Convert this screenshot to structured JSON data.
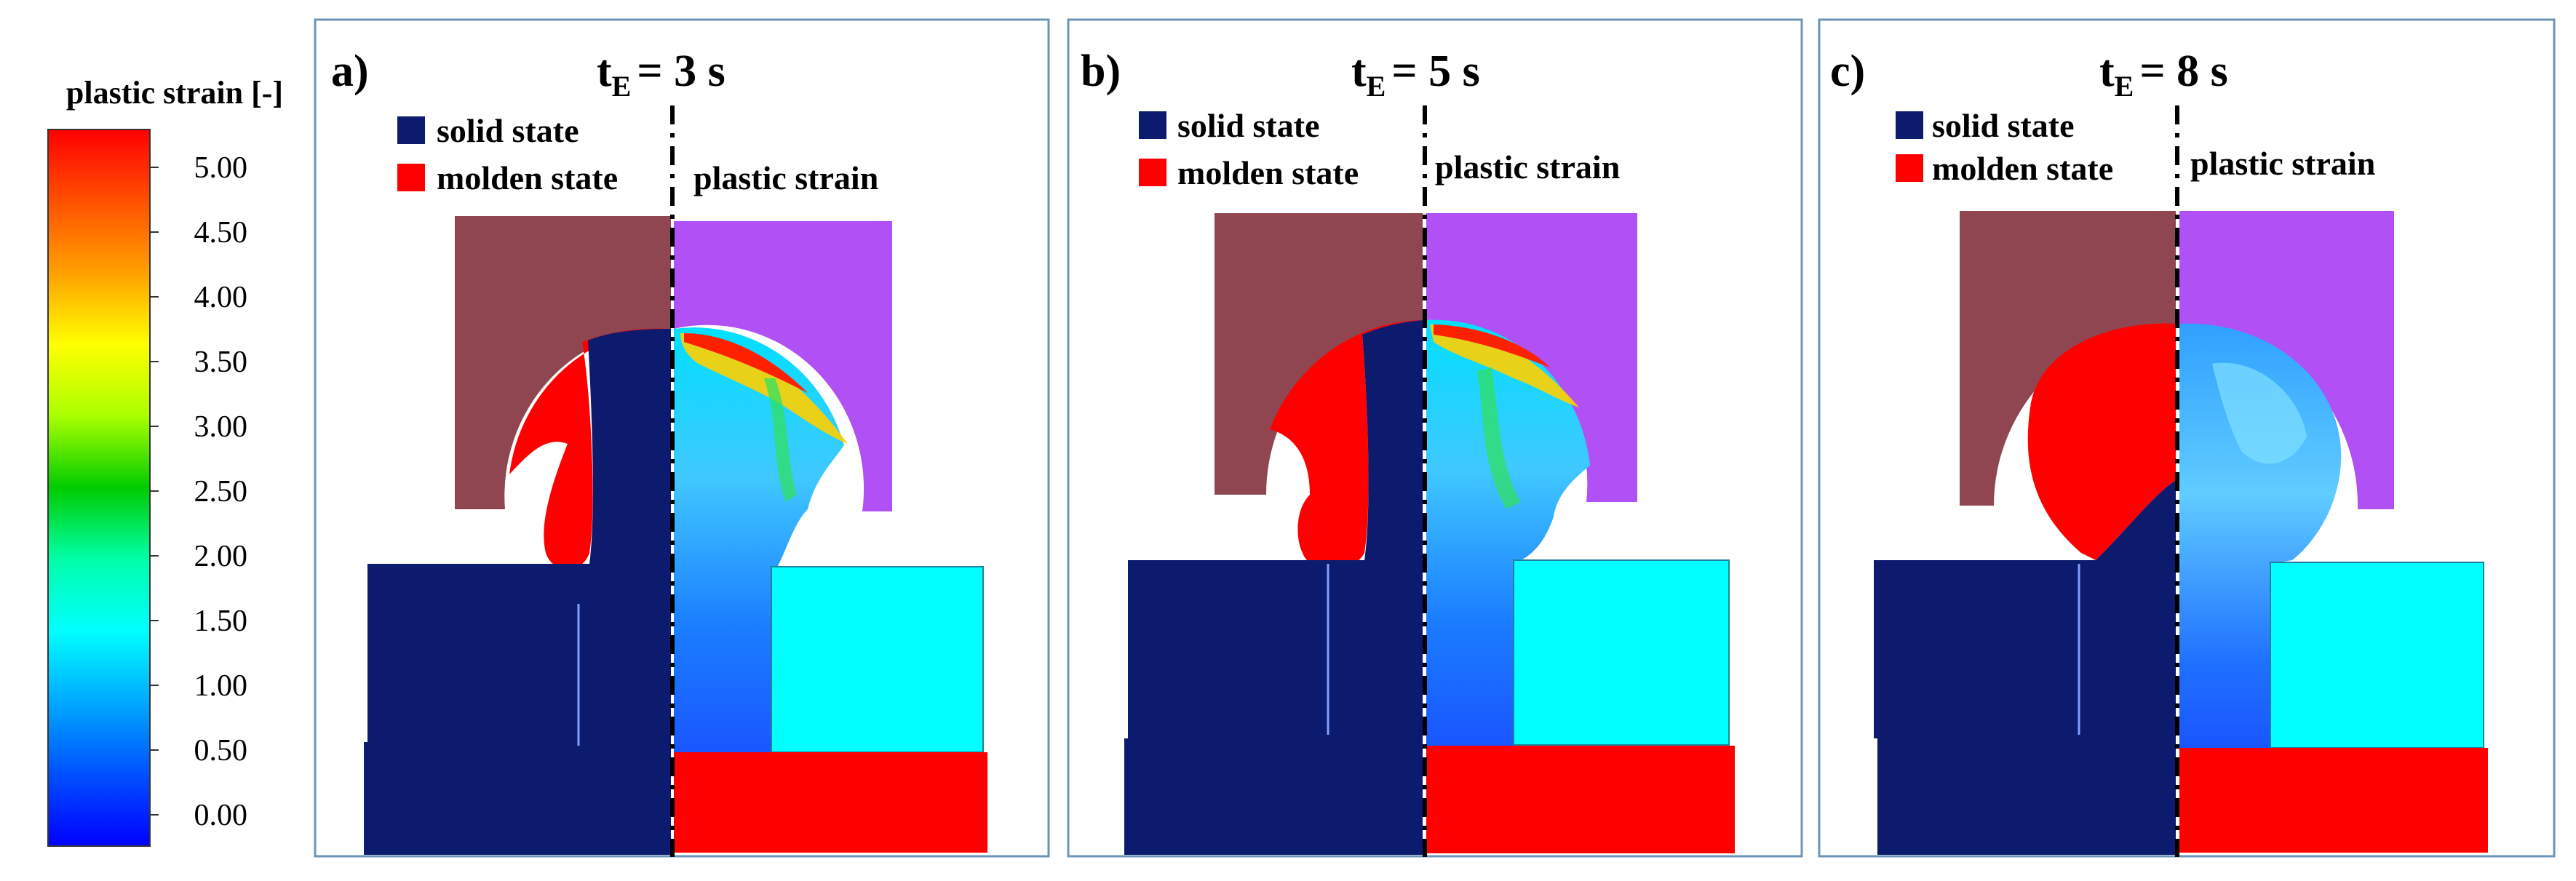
{
  "colorbar": {
    "title": "plastic strain [-]",
    "ticks": [
      "5.00",
      "4.50",
      "4.00",
      "3.50",
      "3.00",
      "2.50",
      "2.00",
      "1.50",
      "1.00",
      "0.50",
      "0.00"
    ],
    "colors": [
      "#ff0000",
      "#ff6600",
      "#ffa000",
      "#ffff00",
      "#aaff00",
      "#00cc00",
      "#00ffaa",
      "#00ffff",
      "#00a8ff",
      "#0050ff",
      "#0000ff"
    ]
  },
  "legend": {
    "solid": "solid state",
    "molten": "molden state",
    "strain": "plastic strain"
  },
  "panels": [
    {
      "letter": "a)",
      "t_sym": "t",
      "t_sub": "E",
      "t_val": "= 3 s"
    },
    {
      "letter": "b)",
      "t_sym": "t",
      "t_sub": "E",
      "t_val": "= 5 s"
    },
    {
      "letter": "c)",
      "t_sym": "t",
      "t_sub": "E",
      "t_val": "= 8 s"
    }
  ],
  "colors": {
    "solid": "#0d1b6e",
    "molten": "#ff0000",
    "brown_tool": "#8f4650",
    "purple_tool": "#b050f5",
    "cyan_part": "#00ffff",
    "frame": "#6a95b8"
  }
}
